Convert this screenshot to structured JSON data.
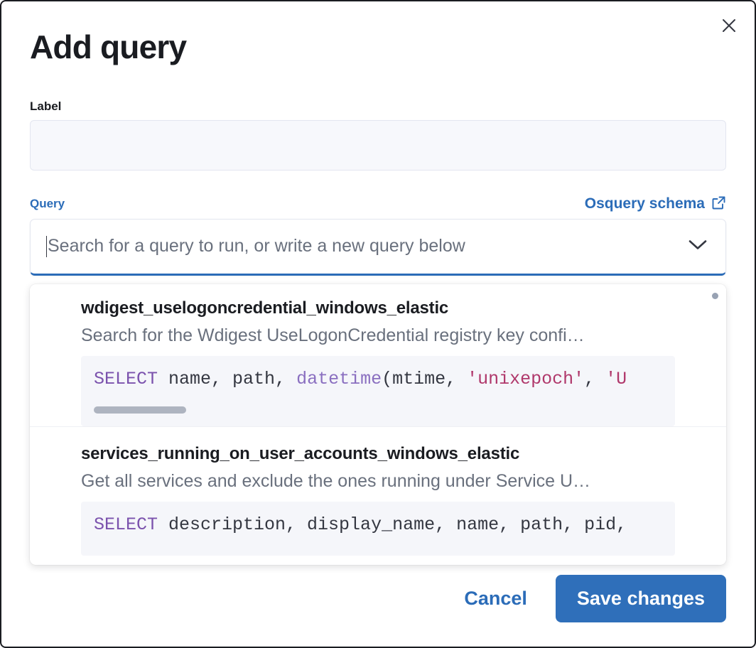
{
  "modal": {
    "title": "Add query",
    "close_icon": "close-icon"
  },
  "label_field": {
    "label": "Label",
    "value": "",
    "placeholder": ""
  },
  "query_field": {
    "label": "Query",
    "schema_link": {
      "text": "Osquery schema",
      "icon": "external-link-icon"
    },
    "placeholder": "Search for a query to run, or write a new query below",
    "value": "",
    "chevron_icon": "chevron-down-icon"
  },
  "dropdown": {
    "options": [
      {
        "title": "wdigest_uselogoncredential_windows_elastic",
        "description": "Search for the Wdigest UseLogonCredential registry key confi…",
        "code_tokens": [
          {
            "text": "SELECT",
            "type": "keyword"
          },
          {
            "text": " name, path, ",
            "type": "plain"
          },
          {
            "text": "datetime",
            "type": "function"
          },
          {
            "text": "(mtime, ",
            "type": "plain"
          },
          {
            "text": "'unixepoch'",
            "type": "string"
          },
          {
            "text": ", ",
            "type": "plain"
          },
          {
            "text": "'U",
            "type": "string"
          }
        ],
        "has_scrollbar": true
      },
      {
        "title": "services_running_on_user_accounts_windows_elastic",
        "description": "Get all services and exclude the ones running under Service U…",
        "code_tokens": [
          {
            "text": "SELECT",
            "type": "keyword"
          },
          {
            "text": " description, display_name, name, path, pid,",
            "type": "plain"
          }
        ],
        "has_scrollbar": false
      }
    ]
  },
  "footer": {
    "cancel_label": "Cancel",
    "save_label": "Save changes"
  },
  "colors": {
    "accent": "#2b6cb8",
    "primary_button": "#2f6fba",
    "text": "#1a1c21",
    "muted_text": "#69707d",
    "code_keyword": "#7b52ad",
    "code_function": "#8a6fc0",
    "code_string": "#b0386b",
    "code_background": "#f5f6fa"
  }
}
